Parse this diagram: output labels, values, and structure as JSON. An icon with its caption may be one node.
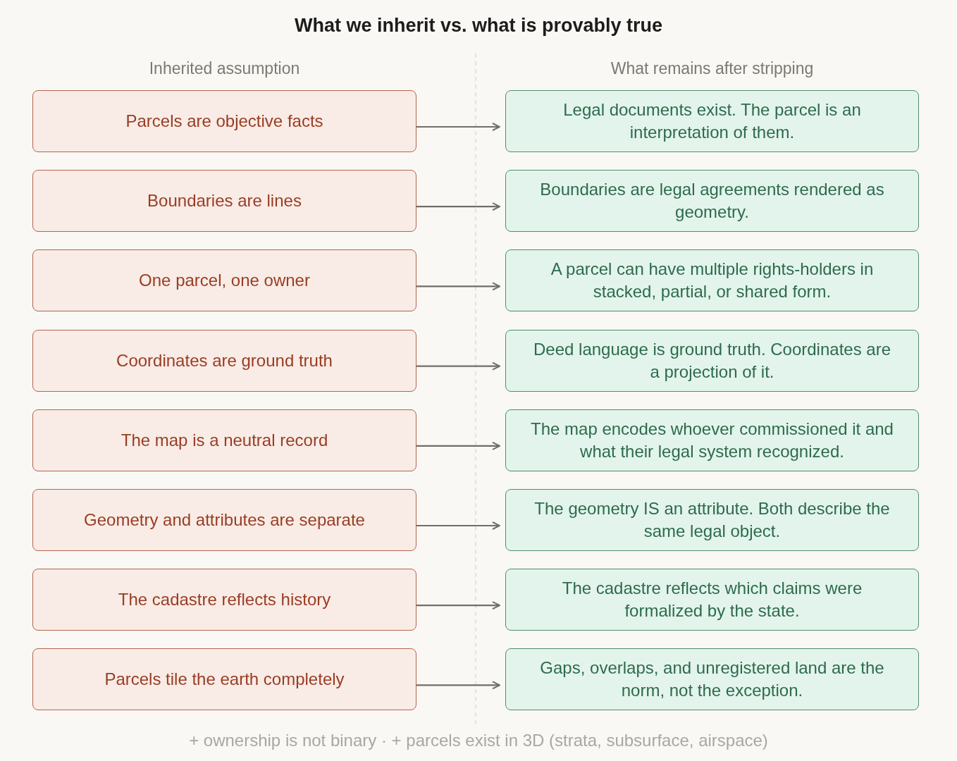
{
  "diagram": {
    "title": "What we inherit vs. what is provably true",
    "nodes": [
      {
        "text": [
          "Parcels are objective facts"
        ]
      },
      {
        "text": [
          "Legal documents exist. The parcel is an interpretation of them."
        ]
      },
      {
        "text": [
          "Boundaries are lines"
        ]
      },
      {
        "text": [
          "Boundaries are legal agreements rendered as geometry."
        ]
      },
      {
        "text": [
          "One parcel, one owner"
        ]
      },
      {
        "text": [
          "A parcel can have multiple rights-holders in stacked, partial, or shared form."
        ]
      },
      {
        "text": [
          "Coordinates are ground truth"
        ]
      },
      {
        "text": [
          "Deed language is ground truth. Coordinates are a projection of it."
        ]
      },
      {
        "text": [
          "The map is a neutral record"
        ]
      },
      {
        "text": [
          "The map encodes whoever commissioned it and what their legal system recognized."
        ]
      },
      {
        "text": [
          "Geometry and attributes are separate"
        ]
      },
      {
        "text": [
          "The geometry IS an attribute. Both describe the same legal object."
        ]
      },
      {
        "text": [
          "The cadastre reflects history"
        ]
      },
      {
        "text": [
          "The cadastre reflects which claims were formalized by the state."
        ]
      },
      {
        "text": [
          "Parcels tile the earth completely"
        ]
      },
      {
        "text": [
          "Gaps, overlaps, and unregistered land are the norm, not the exception."
        ]
      }
    ],
    "edges": [
      {
        "from": 0,
        "to": 1,
        "arrow": "to"
      },
      {
        "from": 2,
        "to": 3,
        "arrow": "to"
      },
      {
        "from": 4,
        "to": 5,
        "arrow": "to"
      },
      {
        "from": 6,
        "to": 7,
        "arrow": "to"
      },
      {
        "from": 8,
        "to": 9,
        "arrow": "to"
      },
      {
        "from": 10,
        "to": 11,
        "arrow": "to"
      },
      {
        "from": 12,
        "to": 13,
        "arrow": "to"
      },
      {
        "from": 14,
        "to": 15,
        "arrow": "to"
      }
    ],
    "labels": [
      "Inherited assumption",
      "What remains after stripping"
    ],
    "caption": "+ ownership is not binary · + parcels exist in 3D (strata, subsurface, airspace)"
  }
}
